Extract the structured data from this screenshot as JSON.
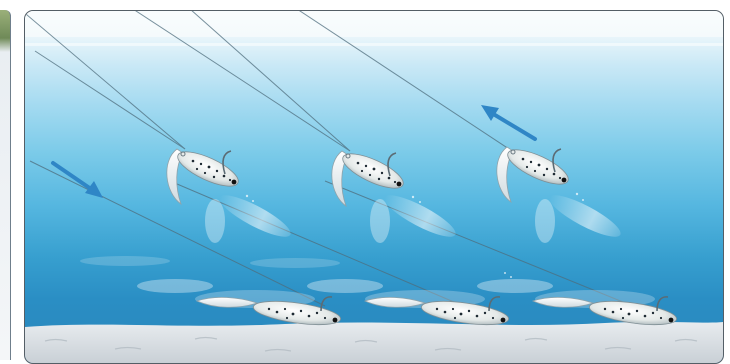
{
  "scene": {
    "water_top_color": "#f6fbfd",
    "water_bottom_color": "#2a86bb",
    "seabed_color": "#d8dde2",
    "arrow_color": "#2f86c6",
    "lure_body_color": "#e7ebea",
    "lure_spot_color": "#1e2a33",
    "rising_lures_count": 3,
    "bottom_lures_count": 3,
    "arrows": [
      "down-right-arrow",
      "up-left-arrow"
    ]
  }
}
